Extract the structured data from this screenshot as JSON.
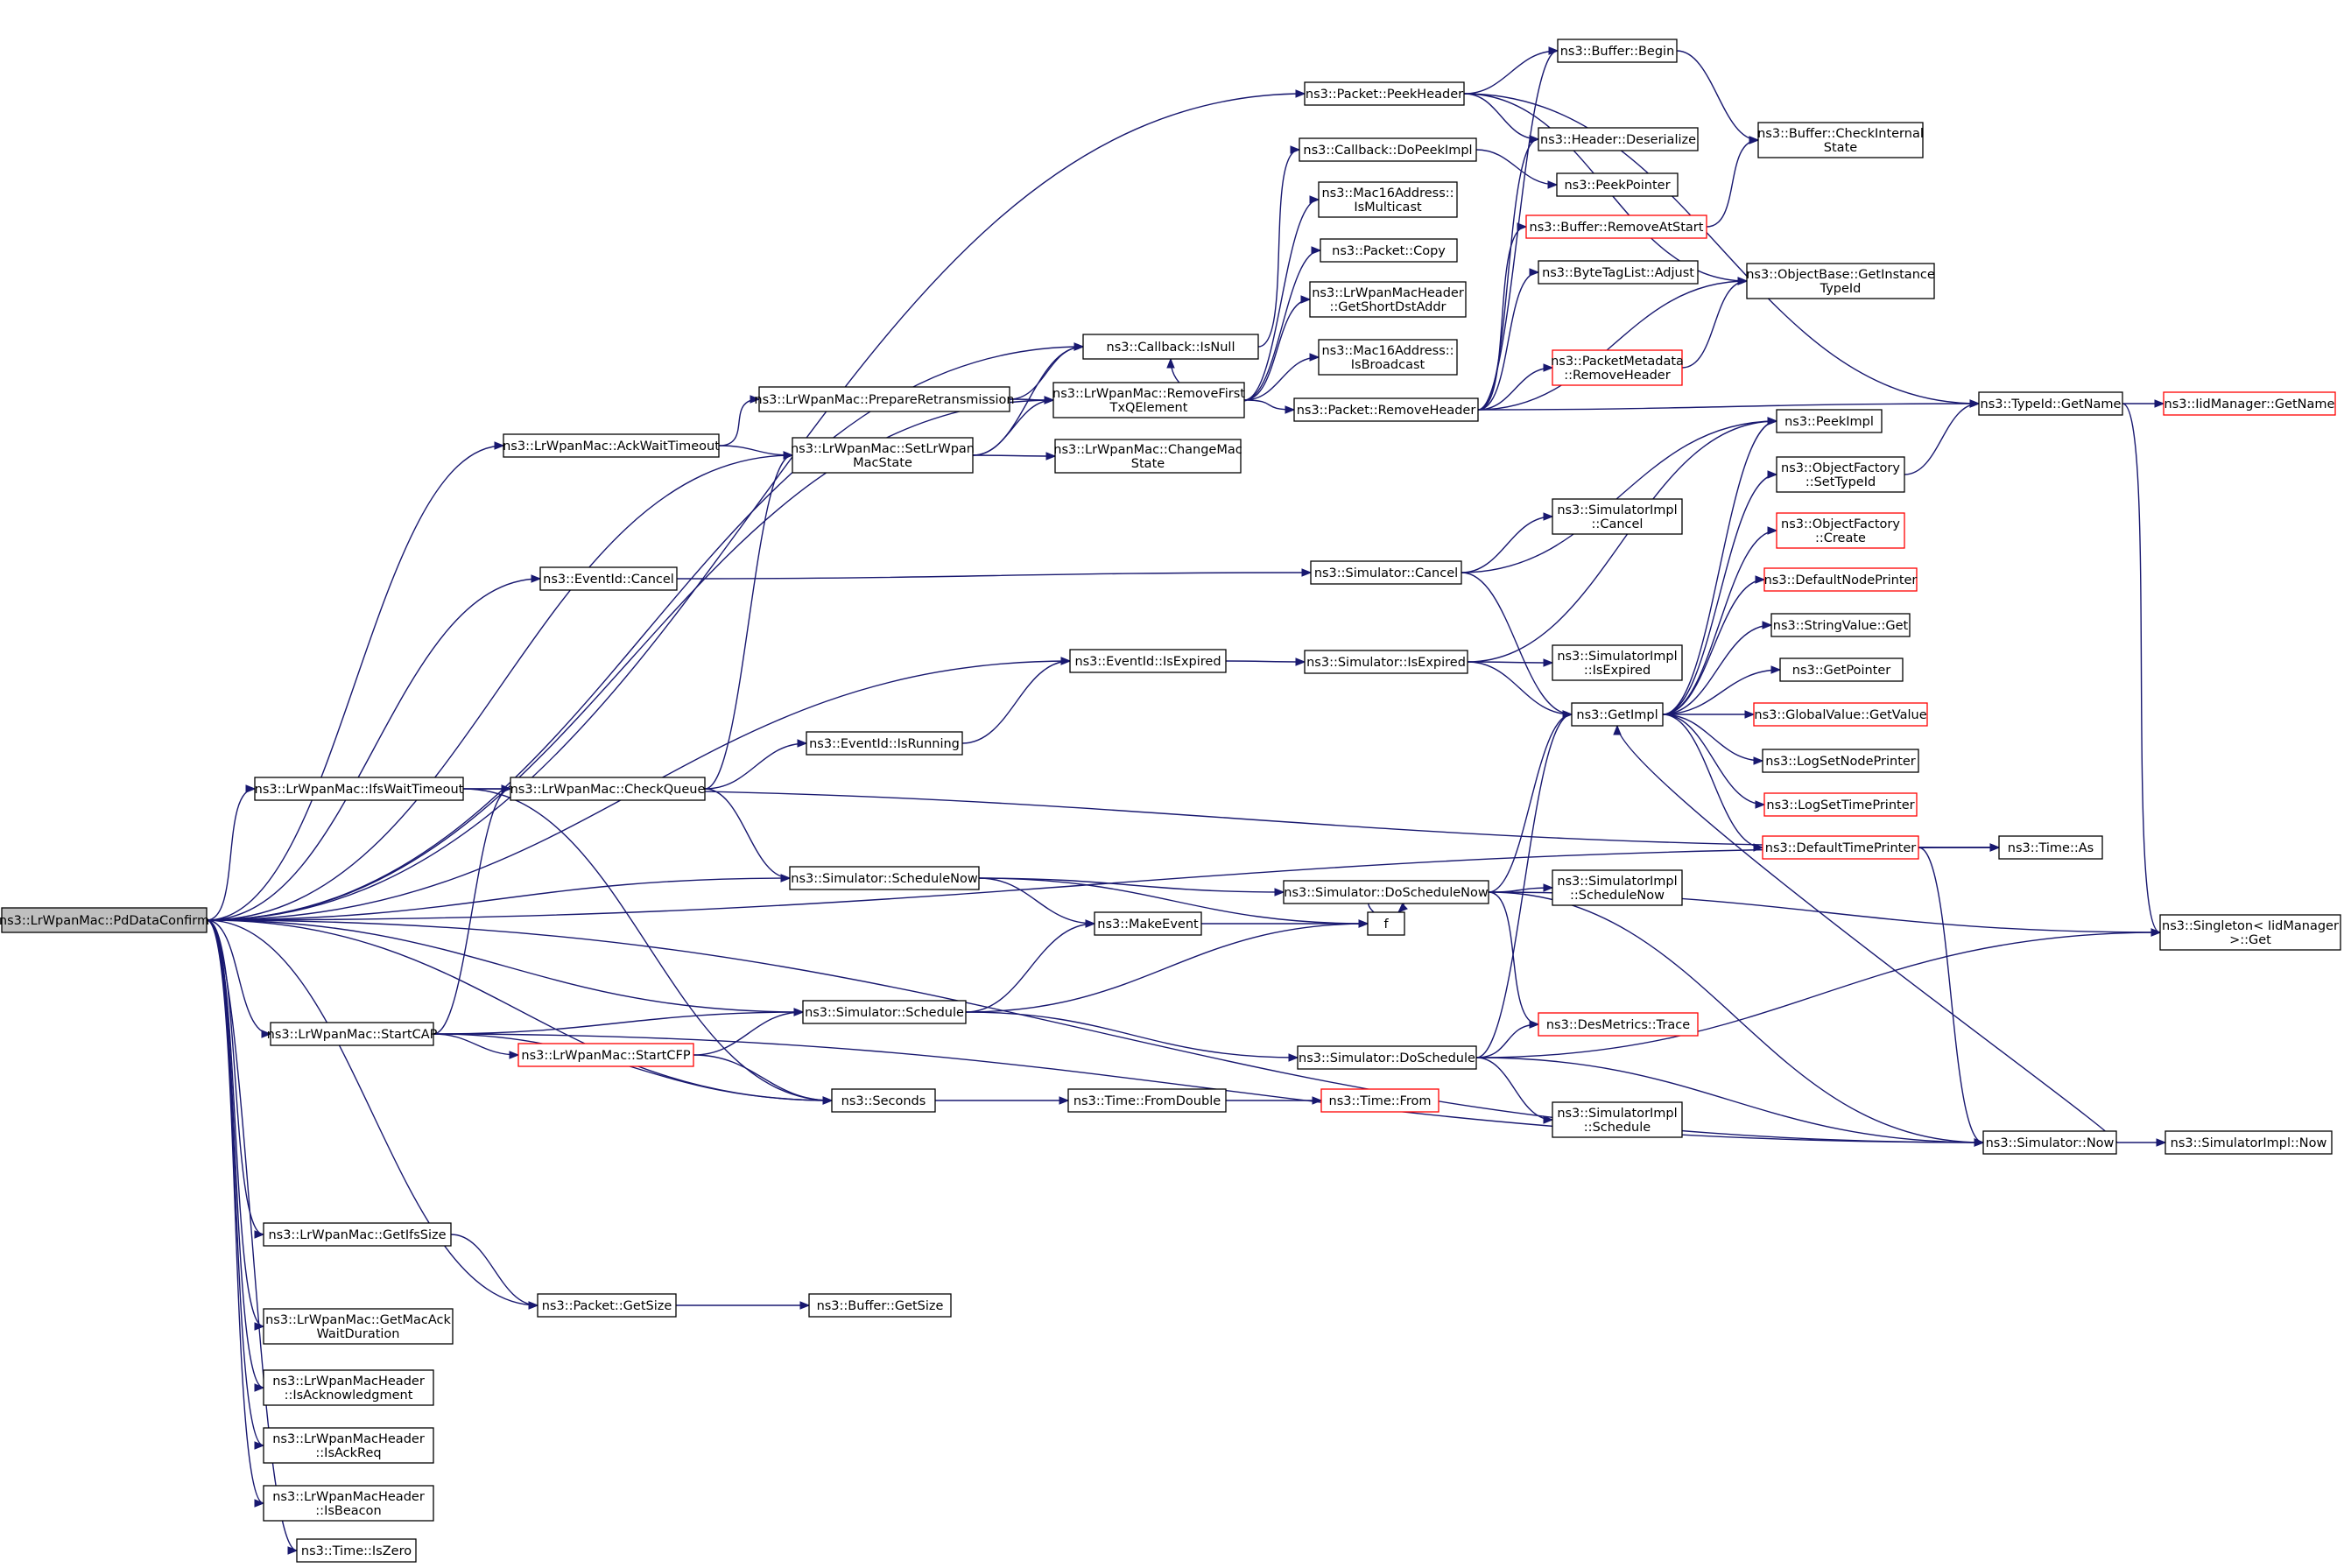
{
  "diagram": {
    "nodes": [
      {
        "id": "PdDataConfirm",
        "lines": [
          "ns3::LrWpanMac::PdDataConfirm"
        ],
        "style": "root"
      },
      {
        "id": "PacketPeekHeader",
        "lines": [
          "ns3::Packet::PeekHeader"
        ],
        "style": "normal"
      },
      {
        "id": "CallbackIsNull",
        "lines": [
          "ns3::Callback::IsNull"
        ],
        "style": "normal"
      },
      {
        "id": "PrepareRetransmission",
        "lines": [
          "ns3::LrWpanMac::PrepareRetransmission"
        ],
        "style": "normal"
      },
      {
        "id": "AckWaitTimeout",
        "lines": [
          "ns3::LrWpanMac::AckWaitTimeout"
        ],
        "style": "normal"
      },
      {
        "id": "SetLrWpanMacState",
        "lines": [
          "ns3::LrWpanMac::SetLrWpan",
          "MacState"
        ],
        "style": "normal"
      },
      {
        "id": "RemoveFirstTxQElement",
        "lines": [
          "ns3::LrWpanMac::RemoveFirst",
          "TxQElement"
        ],
        "style": "normal"
      },
      {
        "id": "ChangeMacState",
        "lines": [
          "ns3::LrWpanMac::ChangeMac",
          "State"
        ],
        "style": "normal"
      },
      {
        "id": "EventIdCancel",
        "lines": [
          "ns3::EventId::Cancel"
        ],
        "style": "normal"
      },
      {
        "id": "EventIdIsExpired",
        "lines": [
          "ns3::EventId::IsExpired"
        ],
        "style": "normal"
      },
      {
        "id": "EventIdIsRunning",
        "lines": [
          "ns3::EventId::IsRunning"
        ],
        "style": "normal"
      },
      {
        "id": "IfsWaitTimeout",
        "lines": [
          "ns3::LrWpanMac::IfsWaitTimeout"
        ],
        "style": "normal"
      },
      {
        "id": "CheckQueue",
        "lines": [
          "ns3::LrWpanMac::CheckQueue"
        ],
        "style": "normal"
      },
      {
        "id": "SimulatorScheduleNow",
        "lines": [
          "ns3::Simulator::ScheduleNow"
        ],
        "style": "normal"
      },
      {
        "id": "MakeEvent",
        "lines": [
          "ns3::MakeEvent"
        ],
        "style": "normal"
      },
      {
        "id": "StartCAP",
        "lines": [
          "ns3::LrWpanMac::StartCAP"
        ],
        "style": "normal"
      },
      {
        "id": "SimulatorSchedule",
        "lines": [
          "ns3::Simulator::Schedule"
        ],
        "style": "normal"
      },
      {
        "id": "StartCFP",
        "lines": [
          "ns3::LrWpanMac::StartCFP"
        ],
        "style": "red"
      },
      {
        "id": "Seconds",
        "lines": [
          "ns3::Seconds"
        ],
        "style": "normal"
      },
      {
        "id": "TimeFromDouble",
        "lines": [
          "ns3::Time::FromDouble"
        ],
        "style": "normal"
      },
      {
        "id": "TimeFrom",
        "lines": [
          "ns3::Time::From"
        ],
        "style": "red"
      },
      {
        "id": "GetIfsSize",
        "lines": [
          "ns3::LrWpanMac::GetIfsSize"
        ],
        "style": "normal"
      },
      {
        "id": "PacketGetSize",
        "lines": [
          "ns3::Packet::GetSize"
        ],
        "style": "normal"
      },
      {
        "id": "BufferGetSize",
        "lines": [
          "ns3::Buffer::GetSize"
        ],
        "style": "normal"
      },
      {
        "id": "GetMacAckWaitDuration",
        "lines": [
          "ns3::LrWpanMac::GetMacAck",
          "WaitDuration"
        ],
        "style": "normal"
      },
      {
        "id": "IsAcknowledgment",
        "lines": [
          "ns3::LrWpanMacHeader",
          "::IsAcknowledgment"
        ],
        "style": "normal"
      },
      {
        "id": "IsAckReq",
        "lines": [
          "ns3::LrWpanMacHeader",
          "::IsAckReq"
        ],
        "style": "normal"
      },
      {
        "id": "IsBeacon",
        "lines": [
          "ns3::LrWpanMacHeader",
          "::IsBeacon"
        ],
        "style": "normal"
      },
      {
        "id": "TimeIsZero",
        "lines": [
          "ns3::Time::IsZero"
        ],
        "style": "normal"
      },
      {
        "id": "CallbackDoPeekImpl",
        "lines": [
          "ns3::Callback::DoPeekImpl"
        ],
        "style": "normal"
      },
      {
        "id": "Mac16IsMulticast",
        "lines": [
          "ns3::Mac16Address::",
          "IsMulticast"
        ],
        "style": "normal"
      },
      {
        "id": "PacketCopy",
        "lines": [
          "ns3::Packet::Copy"
        ],
        "style": "normal"
      },
      {
        "id": "GetShortDstAddr",
        "lines": [
          "ns3::LrWpanMacHeader",
          "::GetShortDstAddr"
        ],
        "style": "normal"
      },
      {
        "id": "Mac16IsBroadcast",
        "lines": [
          "ns3::Mac16Address::",
          "IsBroadcast"
        ],
        "style": "normal"
      },
      {
        "id": "PacketRemoveHeader",
        "lines": [
          "ns3::Packet::RemoveHeader"
        ],
        "style": "normal"
      },
      {
        "id": "SimImplCancel",
        "lines": [
          "ns3::SimulatorImpl",
          "::Cancel"
        ],
        "style": "normal"
      },
      {
        "id": "SimulatorCancel",
        "lines": [
          "ns3::Simulator::Cancel"
        ],
        "style": "normal"
      },
      {
        "id": "SimulatorIsExpired",
        "lines": [
          "ns3::Simulator::IsExpired"
        ],
        "style": "normal"
      },
      {
        "id": "SimImplIsExpired",
        "lines": [
          "ns3::SimulatorImpl",
          "::IsExpired"
        ],
        "style": "normal"
      },
      {
        "id": "GetImpl",
        "lines": [
          "ns3::GetImpl"
        ],
        "style": "normal"
      },
      {
        "id": "SimulatorDoScheduleNow",
        "lines": [
          "ns3::Simulator::DoScheduleNow"
        ],
        "style": "normal"
      },
      {
        "id": "SimImplScheduleNow",
        "lines": [
          "ns3::SimulatorImpl",
          "::ScheduleNow"
        ],
        "style": "normal"
      },
      {
        "id": "f",
        "lines": [
          "f"
        ],
        "style": "normal"
      },
      {
        "id": "DesMetricsTrace",
        "lines": [
          "ns3::DesMetrics::Trace"
        ],
        "style": "red"
      },
      {
        "id": "SimulatorDoSchedule",
        "lines": [
          "ns3::Simulator::DoSchedule"
        ],
        "style": "normal"
      },
      {
        "id": "SimImplSchedule",
        "lines": [
          "ns3::SimulatorImpl",
          "::Schedule"
        ],
        "style": "normal"
      },
      {
        "id": "BufferBegin",
        "lines": [
          "ns3::Buffer::Begin"
        ],
        "style": "normal"
      },
      {
        "id": "HeaderDeserialize",
        "lines": [
          "ns3::Header::Deserialize"
        ],
        "style": "normal"
      },
      {
        "id": "PeekPointer",
        "lines": [
          "ns3::PeekPointer"
        ],
        "style": "normal"
      },
      {
        "id": "BufferRemoveAtStart",
        "lines": [
          "ns3::Buffer::RemoveAtStart"
        ],
        "style": "red"
      },
      {
        "id": "ByteTagListAdjust",
        "lines": [
          "ns3::ByteTagList::Adjust"
        ],
        "style": "normal"
      },
      {
        "id": "PacketMetadataRemoveHeader",
        "lines": [
          "ns3::PacketMetadata",
          "::RemoveHeader"
        ],
        "style": "red"
      },
      {
        "id": "PeekImpl",
        "lines": [
          "ns3::PeekImpl"
        ],
        "style": "normal"
      },
      {
        "id": "ObjectFactorySetTypeId",
        "lines": [
          "ns3::ObjectFactory",
          "::SetTypeId"
        ],
        "style": "normal"
      },
      {
        "id": "ObjectFactoryCreate",
        "lines": [
          "ns3::ObjectFactory",
          "::Create"
        ],
        "style": "red"
      },
      {
        "id": "DefaultNodePrinter",
        "lines": [
          "ns3::DefaultNodePrinter"
        ],
        "style": "red"
      },
      {
        "id": "StringValueGet",
        "lines": [
          "ns3::StringValue::Get"
        ],
        "style": "normal"
      },
      {
        "id": "GetPointer",
        "lines": [
          "ns3::GetPointer"
        ],
        "style": "normal"
      },
      {
        "id": "GlobalValueGetValue",
        "lines": [
          "ns3::GlobalValue::GetValue"
        ],
        "style": "red"
      },
      {
        "id": "LogSetNodePrinter",
        "lines": [
          "ns3::LogSetNodePrinter"
        ],
        "style": "normal"
      },
      {
        "id": "LogSetTimePrinter",
        "lines": [
          "ns3::LogSetTimePrinter"
        ],
        "style": "red"
      },
      {
        "id": "DefaultTimePrinter",
        "lines": [
          "ns3::DefaultTimePrinter"
        ],
        "style": "red"
      },
      {
        "id": "BufferCheckInternalState",
        "lines": [
          "ns3::Buffer::CheckInternal",
          "State"
        ],
        "style": "normal"
      },
      {
        "id": "ObjectBaseGetInstanceTypeId",
        "lines": [
          "ns3::ObjectBase::GetInstance",
          "TypeId"
        ],
        "style": "normal"
      },
      {
        "id": "TypeIdGetName",
        "lines": [
          "ns3::TypeId::GetName"
        ],
        "style": "normal"
      },
      {
        "id": "IidManagerGetName",
        "lines": [
          "ns3::IidManager::GetName"
        ],
        "style": "red"
      },
      {
        "id": "TimeAs",
        "lines": [
          "ns3::Time::As"
        ],
        "style": "normal"
      },
      {
        "id": "SingletonGet",
        "lines": [
          "ns3::Singleton< IidManager",
          " >::Get"
        ],
        "style": "normal"
      },
      {
        "id": "SimulatorNow",
        "lines": [
          "ns3::Simulator::Now"
        ],
        "style": "normal"
      },
      {
        "id": "SimImplNow",
        "lines": [
          "ns3::SimulatorImpl::Now"
        ],
        "style": "normal"
      }
    ],
    "edges": [
      [
        "PdDataConfirm",
        "PacketPeekHeader"
      ],
      [
        "PdDataConfirm",
        "CallbackIsNull"
      ],
      [
        "PdDataConfirm",
        "AckWaitTimeout"
      ],
      [
        "PdDataConfirm",
        "SetLrWpanMacState"
      ],
      [
        "PdDataConfirm",
        "RemoveFirstTxQElement"
      ],
      [
        "PdDataConfirm",
        "EventIdCancel"
      ],
      [
        "PdDataConfirm",
        "EventIdIsExpired"
      ],
      [
        "PdDataConfirm",
        "IfsWaitTimeout"
      ],
      [
        "PdDataConfirm",
        "TimeAs"
      ],
      [
        "PdDataConfirm",
        "SimulatorScheduleNow"
      ],
      [
        "PdDataConfirm",
        "SimulatorSchedule"
      ],
      [
        "PdDataConfirm",
        "StartCAP"
      ],
      [
        "PdDataConfirm",
        "Seconds"
      ],
      [
        "PdDataConfirm",
        "SimulatorNow"
      ],
      [
        "PdDataConfirm",
        "GetIfsSize"
      ],
      [
        "PdDataConfirm",
        "PacketGetSize"
      ],
      [
        "PdDataConfirm",
        "GetMacAckWaitDuration"
      ],
      [
        "PdDataConfirm",
        "IsAcknowledgment"
      ],
      [
        "PdDataConfirm",
        "IsAckReq"
      ],
      [
        "PdDataConfirm",
        "IsBeacon"
      ],
      [
        "PdDataConfirm",
        "TimeIsZero"
      ],
      [
        "AckWaitTimeout",
        "PrepareRetransmission"
      ],
      [
        "AckWaitTimeout",
        "SetLrWpanMacState"
      ],
      [
        "PrepareRetransmission",
        "CallbackIsNull"
      ],
      [
        "PrepareRetransmission",
        "RemoveFirstTxQElement"
      ],
      [
        "SetLrWpanMacState",
        "CallbackIsNull"
      ],
      [
        "SetLrWpanMacState",
        "RemoveFirstTxQElement"
      ],
      [
        "SetLrWpanMacState",
        "ChangeMacState"
      ],
      [
        "CallbackIsNull",
        "CallbackDoPeekImpl"
      ],
      [
        "CallbackDoPeekImpl",
        "PeekPointer"
      ],
      [
        "RemoveFirstTxQElement",
        "CallbackIsNull"
      ],
      [
        "RemoveFirstTxQElement",
        "Mac16IsMulticast"
      ],
      [
        "RemoveFirstTxQElement",
        "PacketCopy"
      ],
      [
        "RemoveFirstTxQElement",
        "GetShortDstAddr"
      ],
      [
        "RemoveFirstTxQElement",
        "Mac16IsBroadcast"
      ],
      [
        "RemoveFirstTxQElement",
        "PacketRemoveHeader"
      ],
      [
        "PacketPeekHeader",
        "BufferBegin"
      ],
      [
        "PacketPeekHeader",
        "HeaderDeserialize"
      ],
      [
        "PacketPeekHeader",
        "ObjectBaseGetInstanceTypeId"
      ],
      [
        "PacketPeekHeader",
        "TypeIdGetName"
      ],
      [
        "PacketRemoveHeader",
        "BufferBegin"
      ],
      [
        "PacketRemoveHeader",
        "HeaderDeserialize"
      ],
      [
        "PacketRemoveHeader",
        "BufferRemoveAtStart"
      ],
      [
        "PacketRemoveHeader",
        "ByteTagListAdjust"
      ],
      [
        "PacketRemoveHeader",
        "ObjectBaseGetInstanceTypeId"
      ],
      [
        "PacketRemoveHeader",
        "PacketMetadataRemoveHeader"
      ],
      [
        "PacketRemoveHeader",
        "TypeIdGetName"
      ],
      [
        "BufferBegin",
        "BufferCheckInternalState"
      ],
      [
        "BufferRemoveAtStart",
        "BufferCheckInternalState"
      ],
      [
        "PacketMetadataRemoveHeader",
        "ObjectBaseGetInstanceTypeId"
      ],
      [
        "EventIdCancel",
        "SimulatorCancel"
      ],
      [
        "SimulatorCancel",
        "SimImplCancel"
      ],
      [
        "SimulatorCancel",
        "PeekImpl"
      ],
      [
        "SimulatorCancel",
        "GetImpl"
      ],
      [
        "EventIdIsExpired",
        "SimulatorIsExpired"
      ],
      [
        "SimulatorIsExpired",
        "SimImplIsExpired"
      ],
      [
        "SimulatorIsExpired",
        "PeekImpl"
      ],
      [
        "SimulatorIsExpired",
        "GetImpl"
      ],
      [
        "EventIdIsRunning",
        "EventIdIsExpired"
      ],
      [
        "IfsWaitTimeout",
        "CheckQueue"
      ],
      [
        "IfsWaitTimeout",
        "TimeAs"
      ],
      [
        "IfsWaitTimeout",
        "Seconds"
      ],
      [
        "CheckQueue",
        "SetLrWpanMacState"
      ],
      [
        "CheckQueue",
        "EventIdIsRunning"
      ],
      [
        "CheckQueue",
        "SimulatorScheduleNow"
      ],
      [
        "SimulatorScheduleNow",
        "MakeEvent"
      ],
      [
        "SimulatorScheduleNow",
        "f"
      ],
      [
        "SimulatorScheduleNow",
        "SimulatorDoScheduleNow"
      ],
      [
        "MakeEvent",
        "f"
      ],
      [
        "f",
        "f"
      ],
      [
        "SimulatorDoScheduleNow",
        "GetImpl"
      ],
      [
        "SimulatorDoScheduleNow",
        "SimImplScheduleNow"
      ],
      [
        "SimulatorDoScheduleNow",
        "SingletonGet"
      ],
      [
        "SimulatorDoScheduleNow",
        "DesMetricsTrace"
      ],
      [
        "SimulatorDoScheduleNow",
        "SimulatorNow"
      ],
      [
        "StartCAP",
        "CheckQueue"
      ],
      [
        "StartCAP",
        "SimulatorSchedule"
      ],
      [
        "StartCAP",
        "StartCFP"
      ],
      [
        "StartCAP",
        "Seconds"
      ],
      [
        "StartCAP",
        "SimulatorNow"
      ],
      [
        "StartCFP",
        "SimulatorSchedule"
      ],
      [
        "StartCFP",
        "Seconds"
      ],
      [
        "SimulatorSchedule",
        "MakeEvent"
      ],
      [
        "SimulatorSchedule",
        "f"
      ],
      [
        "SimulatorSchedule",
        "SimulatorDoSchedule"
      ],
      [
        "SimulatorDoSchedule",
        "GetImpl"
      ],
      [
        "SimulatorDoSchedule",
        "DesMetricsTrace"
      ],
      [
        "SimulatorDoSchedule",
        "SimImplSchedule"
      ],
      [
        "SimulatorDoSchedule",
        "SingletonGet"
      ],
      [
        "SimulatorDoSchedule",
        "SimulatorNow"
      ],
      [
        "Seconds",
        "TimeFromDouble"
      ],
      [
        "TimeFromDouble",
        "TimeFrom"
      ],
      [
        "GetIfsSize",
        "PacketGetSize"
      ],
      [
        "PacketGetSize",
        "BufferGetSize"
      ],
      [
        "GetImpl",
        "PeekImpl"
      ],
      [
        "GetImpl",
        "ObjectFactorySetTypeId"
      ],
      [
        "GetImpl",
        "ObjectFactoryCreate"
      ],
      [
        "GetImpl",
        "DefaultNodePrinter"
      ],
      [
        "GetImpl",
        "StringValueGet"
      ],
      [
        "GetImpl",
        "GetPointer"
      ],
      [
        "GetImpl",
        "GlobalValueGetValue"
      ],
      [
        "GetImpl",
        "LogSetNodePrinter"
      ],
      [
        "GetImpl",
        "LogSetTimePrinter"
      ],
      [
        "GetImpl",
        "DefaultTimePrinter"
      ],
      [
        "ObjectFactorySetTypeId",
        "TypeIdGetName"
      ],
      [
        "DefaultTimePrinter",
        "TimeAs"
      ],
      [
        "DefaultTimePrinter",
        "SimulatorNow"
      ],
      [
        "SimulatorNow",
        "GetImpl"
      ],
      [
        "SimulatorNow",
        "SimImplNow"
      ],
      [
        "TypeIdGetName",
        "IidManagerGetName"
      ],
      [
        "TypeIdGetName",
        "SingletonGet"
      ]
    ]
  }
}
